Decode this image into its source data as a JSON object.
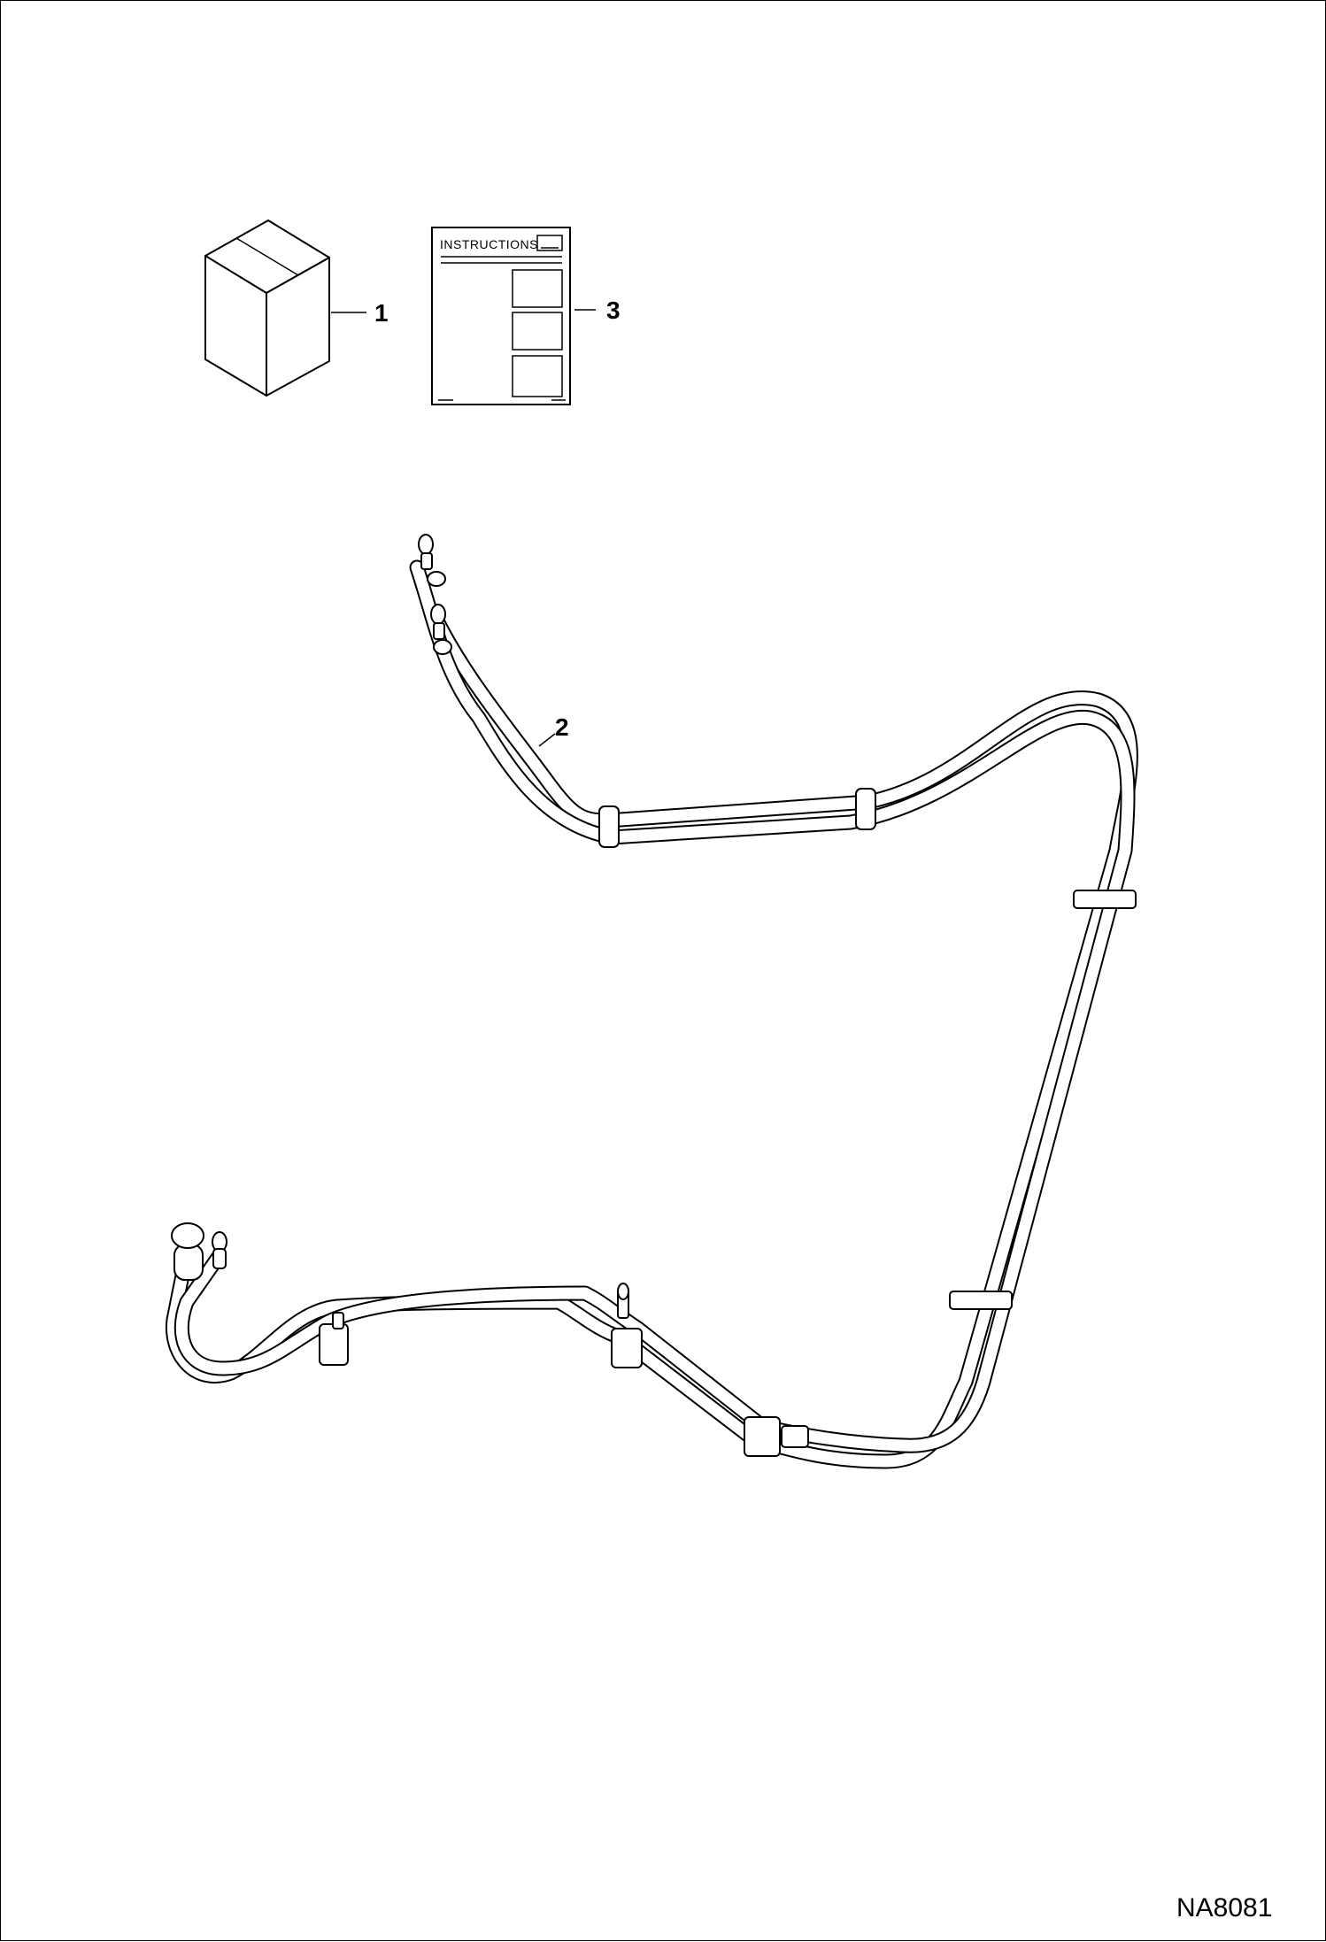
{
  "figure": {
    "id": "NA8081"
  },
  "parts": [
    {
      "callout": "1",
      "icon": "box-icon"
    },
    {
      "callout": "2",
      "icon": "cable-harness-icon"
    },
    {
      "callout": "3",
      "icon": "instructions-sheet-icon"
    }
  ],
  "instructions_sheet": {
    "heading": "INSTRUCTIONS"
  }
}
